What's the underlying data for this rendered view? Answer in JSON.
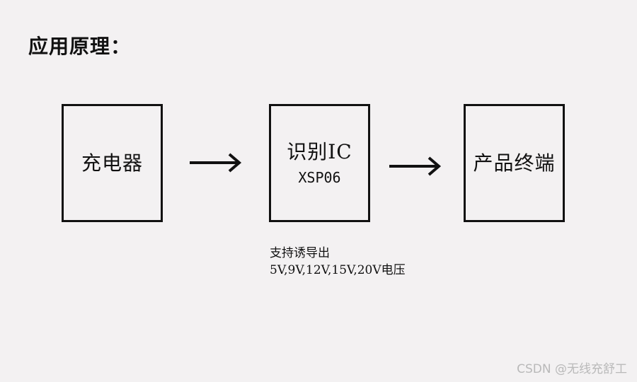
{
  "title": "应用原理：",
  "boxes": {
    "charger": {
      "label": "充电器"
    },
    "ic": {
      "label": "识别IC",
      "sublabel": "XSP06"
    },
    "product": {
      "label": "产品终端"
    }
  },
  "note": {
    "line1": "支持诱导出",
    "line2": "5V,9V,12V,15V,20V电压"
  },
  "watermark": "CSDN @无线充舒工",
  "colors": {
    "background": "#f3f1f2",
    "stroke": "#111111",
    "watermark": "#b9b9b9"
  }
}
